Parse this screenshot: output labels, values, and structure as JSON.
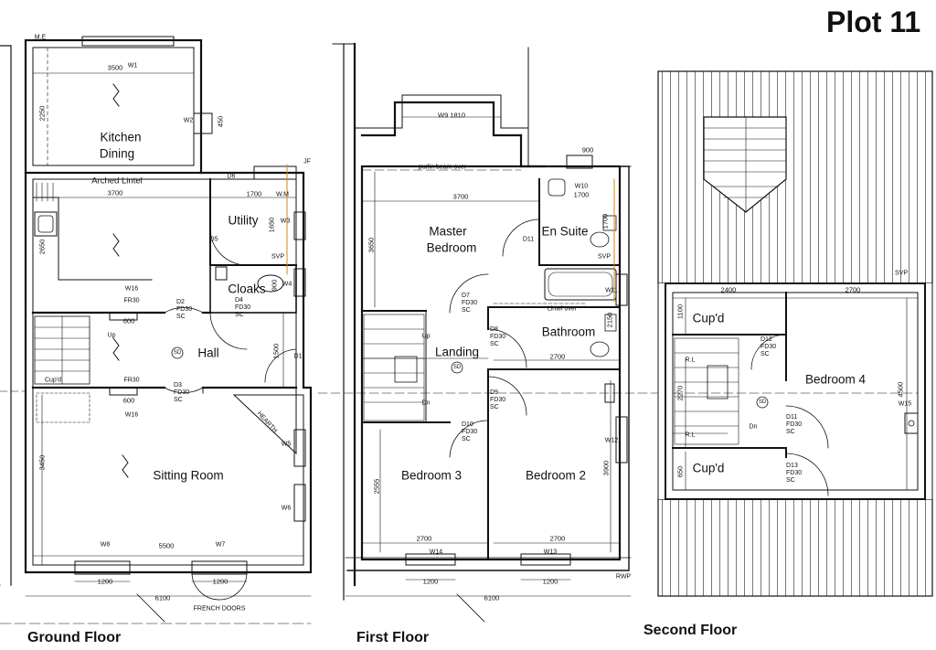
{
  "title": "Plot 11",
  "floors": {
    "ground": {
      "label": "Ground Floor",
      "rooms": {
        "kitchen": "Kitchen",
        "dining": "Dining",
        "utility": "Utility",
        "cloaks": "Cloaks",
        "hall": "Hall",
        "sitting": "Sitting Room",
        "cupd": "Cup'd"
      },
      "notes": {
        "arched_lintel": "Arched Lintel",
        "hearth": "HEARTH",
        "french_doors": "FRENCH DOORS",
        "me": "M.E",
        "up": "Up",
        "sd": "SD",
        "fr30a": "FR30",
        "fr30b": "FR30"
      },
      "dims": {
        "d3500": "3500",
        "d3700": "3700",
        "d5500": "5500",
        "d6100": "6100",
        "d1200a": "1200",
        "d1200b": "1200",
        "d600a": "600",
        "d600b": "600",
        "d1700": "1700",
        "d2250": "2250",
        "d2650": "2650",
        "d450": "450",
        "d1650": "1650",
        "d900": "900",
        "d1500": "1500",
        "d3450": "3450"
      },
      "windows": {
        "w1": "W1",
        "w2": "W2",
        "w3": "W3",
        "w4": "W4",
        "w5": "W5",
        "w6": "W6",
        "w7": "W7",
        "w8": "W8",
        "w16a": "W16",
        "w16b": "W16",
        "wm": "W.M",
        "svp": "SVP",
        "jf": "JF"
      },
      "doors": {
        "d1": "D1",
        "d2": [
          "D2",
          "FD30",
          "SC"
        ],
        "d3": [
          "D3",
          "FD30",
          "SC"
        ],
        "d4": [
          "D4",
          "FD30",
          "SC"
        ],
        "d5": "D5",
        "d6": "D6"
      }
    },
    "first": {
      "label": "First Floor",
      "rooms": {
        "master1": "Master",
        "master2": "Bedroom",
        "ensuite": "En Suite",
        "bathroom": "Bathroom",
        "landing": "Landing",
        "bed3": "Bedroom 3",
        "bed2": "Bedroom 2"
      },
      "notes": {
        "purlin": "purlin beam over",
        "lintel": "Lintel over",
        "up": "Up",
        "dn": "Dn",
        "sd": "SD",
        "rwp": "RWP",
        "svp": "SVP"
      },
      "dims": {
        "w9": "W9 1810",
        "d900": "900",
        "d1700": "1700",
        "d3700": "3700",
        "d3650": "3650",
        "d2150": "2150",
        "d2700a": "2700",
        "d2700b": "2700",
        "d2700c": "2700",
        "d2555": "2555",
        "d3900": "3900",
        "d6100": "6100",
        "d1200a": "1200",
        "d1200b": "1200",
        "d1700b": "1700"
      },
      "windows": {
        "w10": "W10",
        "w11": "W11",
        "w12": "W12",
        "w13": "W13",
        "w14": "W14"
      },
      "doors": {
        "d7": [
          "D7",
          "FD30",
          "SC"
        ],
        "d8": [
          "D8",
          "FD30",
          "SC"
        ],
        "d9": [
          "D9",
          "FD30",
          "SC"
        ],
        "d10": [
          "D10",
          "FD30",
          "SC"
        ],
        "d11": "D11"
      }
    },
    "second": {
      "label": "Second Floor",
      "rooms": {
        "cupd1": "Cup'd",
        "cupd2": "Cup'd",
        "bed4": "Bedroom 4"
      },
      "notes": {
        "svp": "SVP",
        "dn": "Dn",
        "sd": "SD",
        "rl1": "R.L",
        "rl2": "R.L"
      },
      "dims": {
        "d2400": "2400",
        "d2700": "2700",
        "d1100": "1100",
        "d2270": "2270",
        "d650": "650",
        "d4500": "4500"
      },
      "windows": {
        "w15": "W15"
      },
      "doors": {
        "d11": [
          "D11",
          "FD30",
          "SC"
        ],
        "d12": [
          "D12",
          "FD30",
          "SC"
        ],
        "d13": [
          "D13",
          "FD30",
          "SC"
        ]
      }
    }
  }
}
